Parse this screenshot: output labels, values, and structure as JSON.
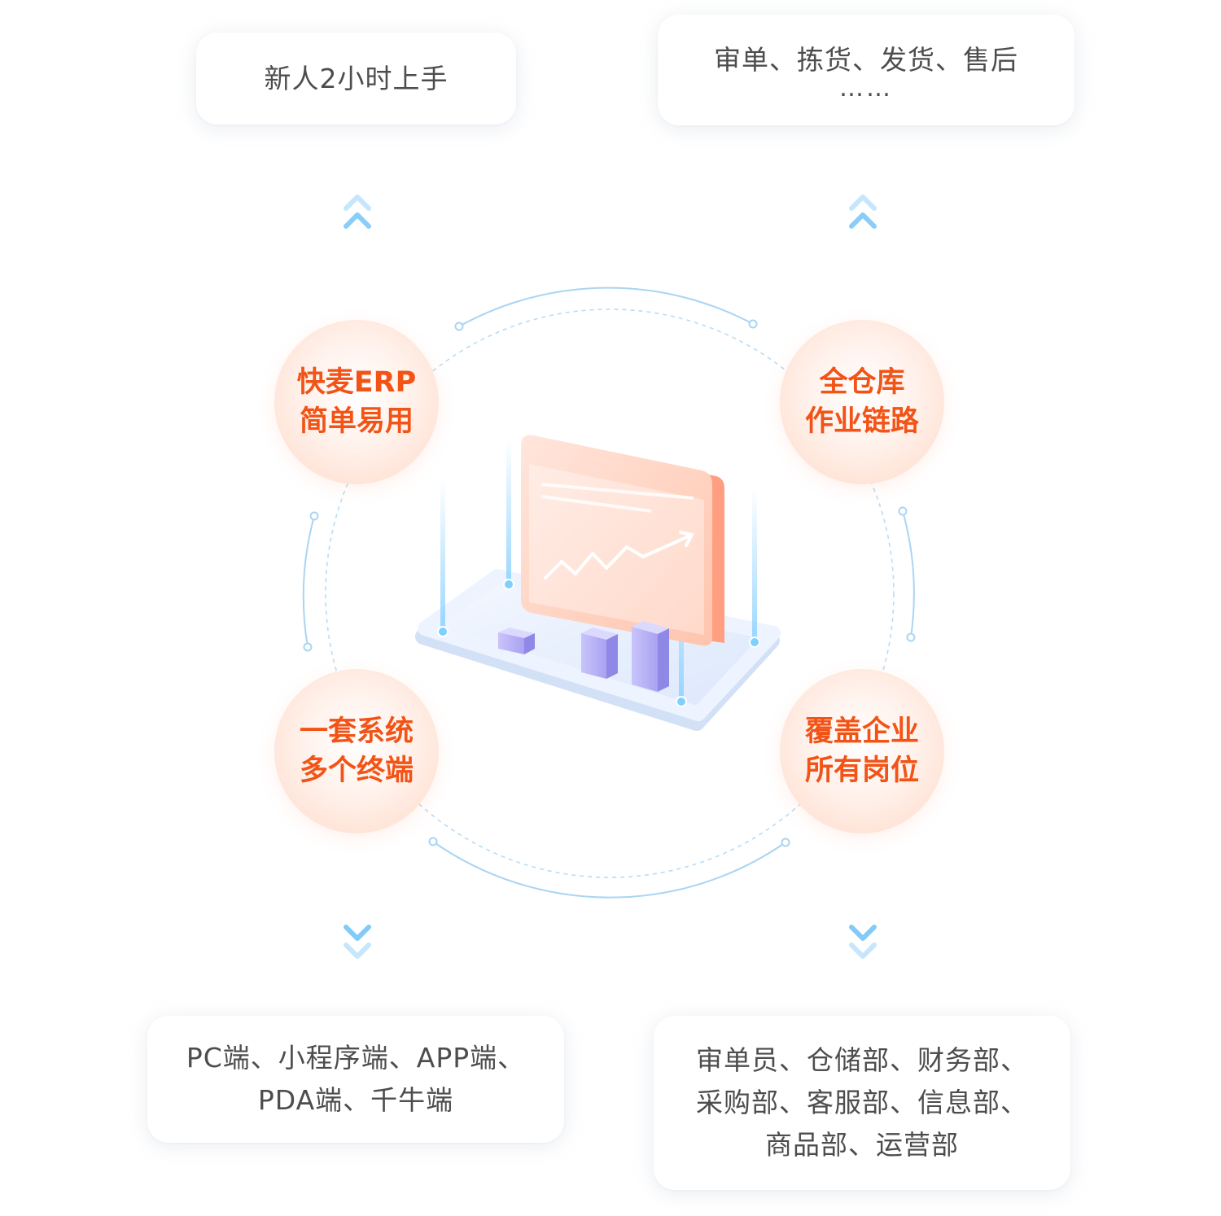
{
  "cards": {
    "top_left": {
      "lines": [
        "新人2小时上手"
      ]
    },
    "top_right": {
      "lines": [
        "审单、拣货、发货、售后",
        "……"
      ]
    },
    "bottom_left": {
      "lines": [
        "PC端、小程序端、APP端、",
        "PDA端、千牛端"
      ]
    },
    "bottom_right": {
      "lines": [
        "审单员、仓储部、财务部、",
        "采购部、客服部、信息部、",
        "商品部、运营部"
      ]
    }
  },
  "circles": {
    "top_left": {
      "line1": "快麦ERP",
      "line2": "简单易用"
    },
    "top_right": {
      "line1": "全仓库",
      "line2": "作业链路"
    },
    "bottom_left": {
      "line1": "一套系统",
      "line2": "多个终端"
    },
    "bottom_right": {
      "line1": "覆盖企业",
      "line2": "所有岗位"
    }
  },
  "colors": {
    "accent": "#f25316",
    "circle_fill": "#ffd9c8",
    "card_text": "#4d4d4d",
    "ring": "#9fd0f2",
    "arrow": "#58b8f5"
  },
  "icons": {
    "center": "dashboard-chart-illustration",
    "up": "double-chevron-up-icon",
    "down": "double-chevron-down-icon"
  }
}
